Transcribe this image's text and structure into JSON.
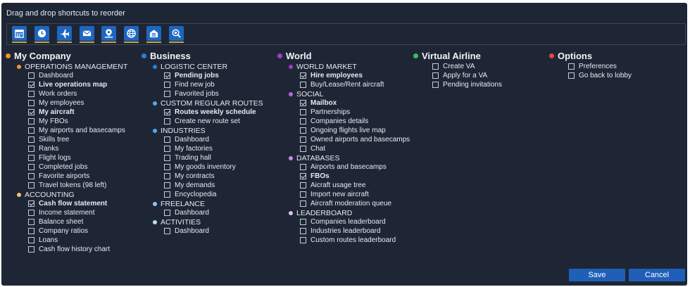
{
  "hint": "Drag and drop shortcuts to reorder",
  "toolbar": {
    "icons": [
      "calendar-icon",
      "clock-icon",
      "airplane-icon",
      "mail-icon",
      "map-pin-icon",
      "globe-icon",
      "hangar-icon",
      "search-icon"
    ],
    "accent_underline": "#c9a341",
    "button_color": "#1e66c0"
  },
  "columns": [
    {
      "title": "My Company",
      "color": "#f0932b",
      "subgroups": [
        {
          "title": "OPERATIONS MANAGEMENT",
          "color": "#f0932b",
          "items": [
            {
              "label": "Dashboard",
              "checked": false
            },
            {
              "label": "Live operations map",
              "checked": true
            },
            {
              "label": "Work orders",
              "checked": false
            },
            {
              "label": "My employees",
              "checked": false
            },
            {
              "label": "My aircraft",
              "checked": true
            },
            {
              "label": "My FBOs",
              "checked": false
            },
            {
              "label": "My airports and basecamps",
              "checked": false
            },
            {
              "label": "Skills tree",
              "checked": false
            },
            {
              "label": "Ranks",
              "checked": false
            },
            {
              "label": "Flight logs",
              "checked": false
            },
            {
              "label": "Completed jobs",
              "checked": false
            },
            {
              "label": "Favorite airports",
              "checked": false
            },
            {
              "label": "Travel tokens (98 left)",
              "checked": false
            }
          ]
        },
        {
          "title": "ACCOUNTING",
          "color": "#f5c36a",
          "items": [
            {
              "label": "Cash flow statement",
              "checked": true
            },
            {
              "label": "Income statement",
              "checked": false
            },
            {
              "label": "Balance sheet",
              "checked": false
            },
            {
              "label": "Company ratios",
              "checked": false
            },
            {
              "label": "Loans",
              "checked": false
            },
            {
              "label": "Cash flow history chart",
              "checked": false
            }
          ]
        }
      ]
    },
    {
      "title": "Business",
      "color": "#2d7fd6",
      "subgroups": [
        {
          "title": "LOGISTIC CENTER",
          "color": "#2d7fd6",
          "items": [
            {
              "label": "Pending jobs",
              "checked": true
            },
            {
              "label": "Find new job",
              "checked": false
            },
            {
              "label": "Favorited jobs",
              "checked": false
            }
          ]
        },
        {
          "title": "CUSTOM REGULAR ROUTES",
          "color": "#5aa6ea",
          "items": [
            {
              "label": "Routes weekly schedule",
              "checked": true
            },
            {
              "label": "Create new route set",
              "checked": false
            }
          ]
        },
        {
          "title": "INDUSTRIES",
          "color": "#5aa6ea",
          "items": [
            {
              "label": "Dashboard",
              "checked": false
            },
            {
              "label": "My factories",
              "checked": false
            },
            {
              "label": "Trading hall",
              "checked": false
            },
            {
              "label": "My goods inventory",
              "checked": false
            },
            {
              "label": "My contracts",
              "checked": false
            },
            {
              "label": "My demands",
              "checked": false
            },
            {
              "label": "Encyclopedia",
              "checked": false
            }
          ]
        },
        {
          "title": "FREELANCE",
          "color": "#8fc6f2",
          "items": [
            {
              "label": "Dashboard",
              "checked": false
            }
          ]
        },
        {
          "title": "ACTIVITIES",
          "color": "#b8ddf7",
          "items": [
            {
              "label": "Dashboard",
              "checked": false
            }
          ]
        }
      ]
    },
    {
      "title": "World",
      "color": "#9b3fc6",
      "subgroups": [
        {
          "title": "WORLD MARKET",
          "color": "#9b3fc6",
          "items": [
            {
              "label": "Hire employees",
              "checked": true
            },
            {
              "label": "Buy/Lease/Rent aircraft",
              "checked": false
            }
          ]
        },
        {
          "title": "SOCIAL",
          "color": "#b56bd6",
          "items": [
            {
              "label": "Mailbox",
              "checked": true
            },
            {
              "label": "Partnerships",
              "checked": false
            },
            {
              "label": "Companies details",
              "checked": false
            },
            {
              "label": "Ongoing flights live map",
              "checked": false
            },
            {
              "label": "Owned airports and basecamps",
              "checked": false
            },
            {
              "label": "Chat",
              "checked": false
            }
          ]
        },
        {
          "title": "DATABASES",
          "color": "#c98de2",
          "items": [
            {
              "label": "Airports and basecamps",
              "checked": false
            },
            {
              "label": "FBOs",
              "checked": true
            },
            {
              "label": "Aicraft usage tree",
              "checked": false
            },
            {
              "label": "Import new aircraft",
              "checked": false
            },
            {
              "label": "Aircraft moderation queue",
              "checked": false
            }
          ]
        },
        {
          "title": "LEADERBOARD",
          "color": "#e2bdf0",
          "items": [
            {
              "label": "Companies leaderboard",
              "checked": false
            },
            {
              "label": "Industries leaderboard",
              "checked": false
            },
            {
              "label": "Custom routes leaderboard",
              "checked": false
            }
          ]
        }
      ]
    },
    {
      "title": "Virtual Airline",
      "color": "#3fbf5a",
      "subgroups": [
        {
          "title": "",
          "color": "",
          "items": [
            {
              "label": "Create VA",
              "checked": false
            },
            {
              "label": "Apply for a VA",
              "checked": false
            },
            {
              "label": "Pending invitations",
              "checked": false
            }
          ]
        }
      ]
    },
    {
      "title": "Options",
      "color": "#e04848",
      "subgroups": [
        {
          "title": "",
          "color": "",
          "items": [
            {
              "label": "Preferences",
              "checked": false
            },
            {
              "label": "Go back to lobby",
              "checked": false
            }
          ]
        }
      ]
    }
  ],
  "buttons": {
    "save": "Save",
    "cancel": "Cancel"
  }
}
